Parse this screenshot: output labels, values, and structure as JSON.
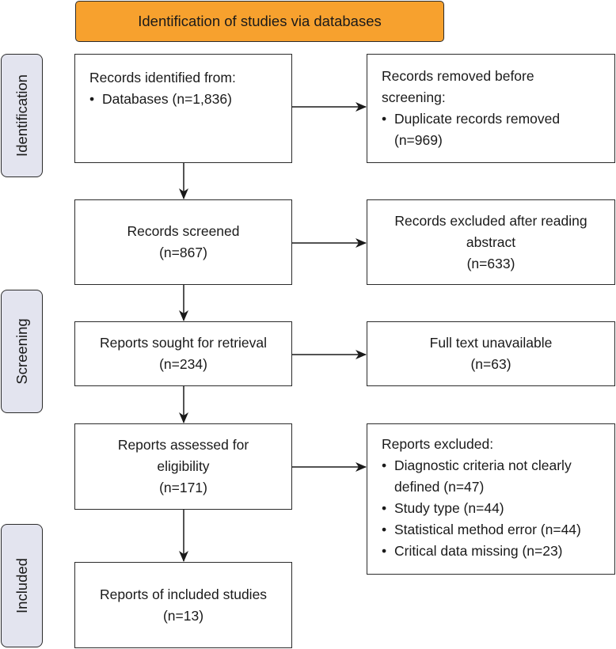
{
  "header": {
    "title": "Identification of studies via databases"
  },
  "phases": {
    "identification": "Identification",
    "screening": "Screening",
    "included": "Included"
  },
  "boxes": {
    "records_identified": {
      "title": "Records identified from:",
      "bullets": [
        "Databases (n=1,836)"
      ]
    },
    "records_removed": {
      "title_line1": "Records removed before",
      "title_line2": "screening:",
      "bullet_line1": "Duplicate records removed",
      "bullet_line2": "(n=969)"
    },
    "records_screened": {
      "line1": "Records screened",
      "line2": "(n=867)"
    },
    "records_excluded": {
      "line1": "Records excluded after reading",
      "line2": "abstract",
      "line3": "(n=633)"
    },
    "reports_sought": {
      "line1": "Reports sought for retrieval",
      "line2": "(n=234)"
    },
    "full_text_unavailable": {
      "line1": "Full text unavailable",
      "line2": "(n=63)"
    },
    "reports_assessed": {
      "line1": "Reports assessed for",
      "line2": "eligibility",
      "line3": "(n=171)"
    },
    "reports_excluded": {
      "title": "Reports excluded:",
      "bullets": [
        "Diagnostic criteria not clearly",
        "defined (n=47)",
        "Study type (n=44)",
        "Statistical method error (n=44)",
        "Critical data missing (n=23)"
      ]
    },
    "included_studies": {
      "line1": "Reports of included studies",
      "line2": "(n=13)"
    }
  },
  "bullet_char": "•"
}
